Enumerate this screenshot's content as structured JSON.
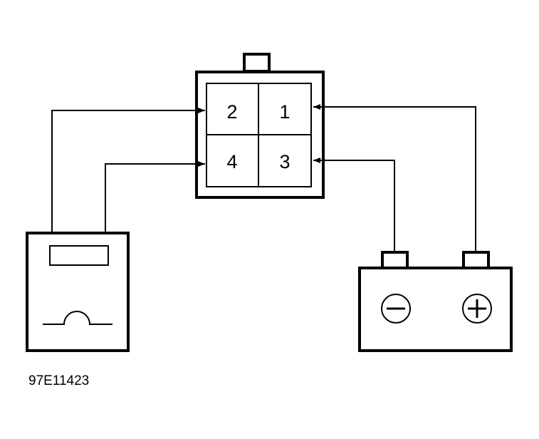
{
  "connector": {
    "pins": [
      {
        "id": "pin-1",
        "label": "1"
      },
      {
        "id": "pin-2",
        "label": "2"
      },
      {
        "id": "pin-3",
        "label": "3"
      },
      {
        "id": "pin-4",
        "label": "4"
      }
    ]
  },
  "meter": {
    "icon": "multimeter-icon"
  },
  "battery": {
    "negative_icon": "minus-terminal-icon",
    "positive_icon": "plus-terminal-icon"
  },
  "reference_code": "97E11423"
}
